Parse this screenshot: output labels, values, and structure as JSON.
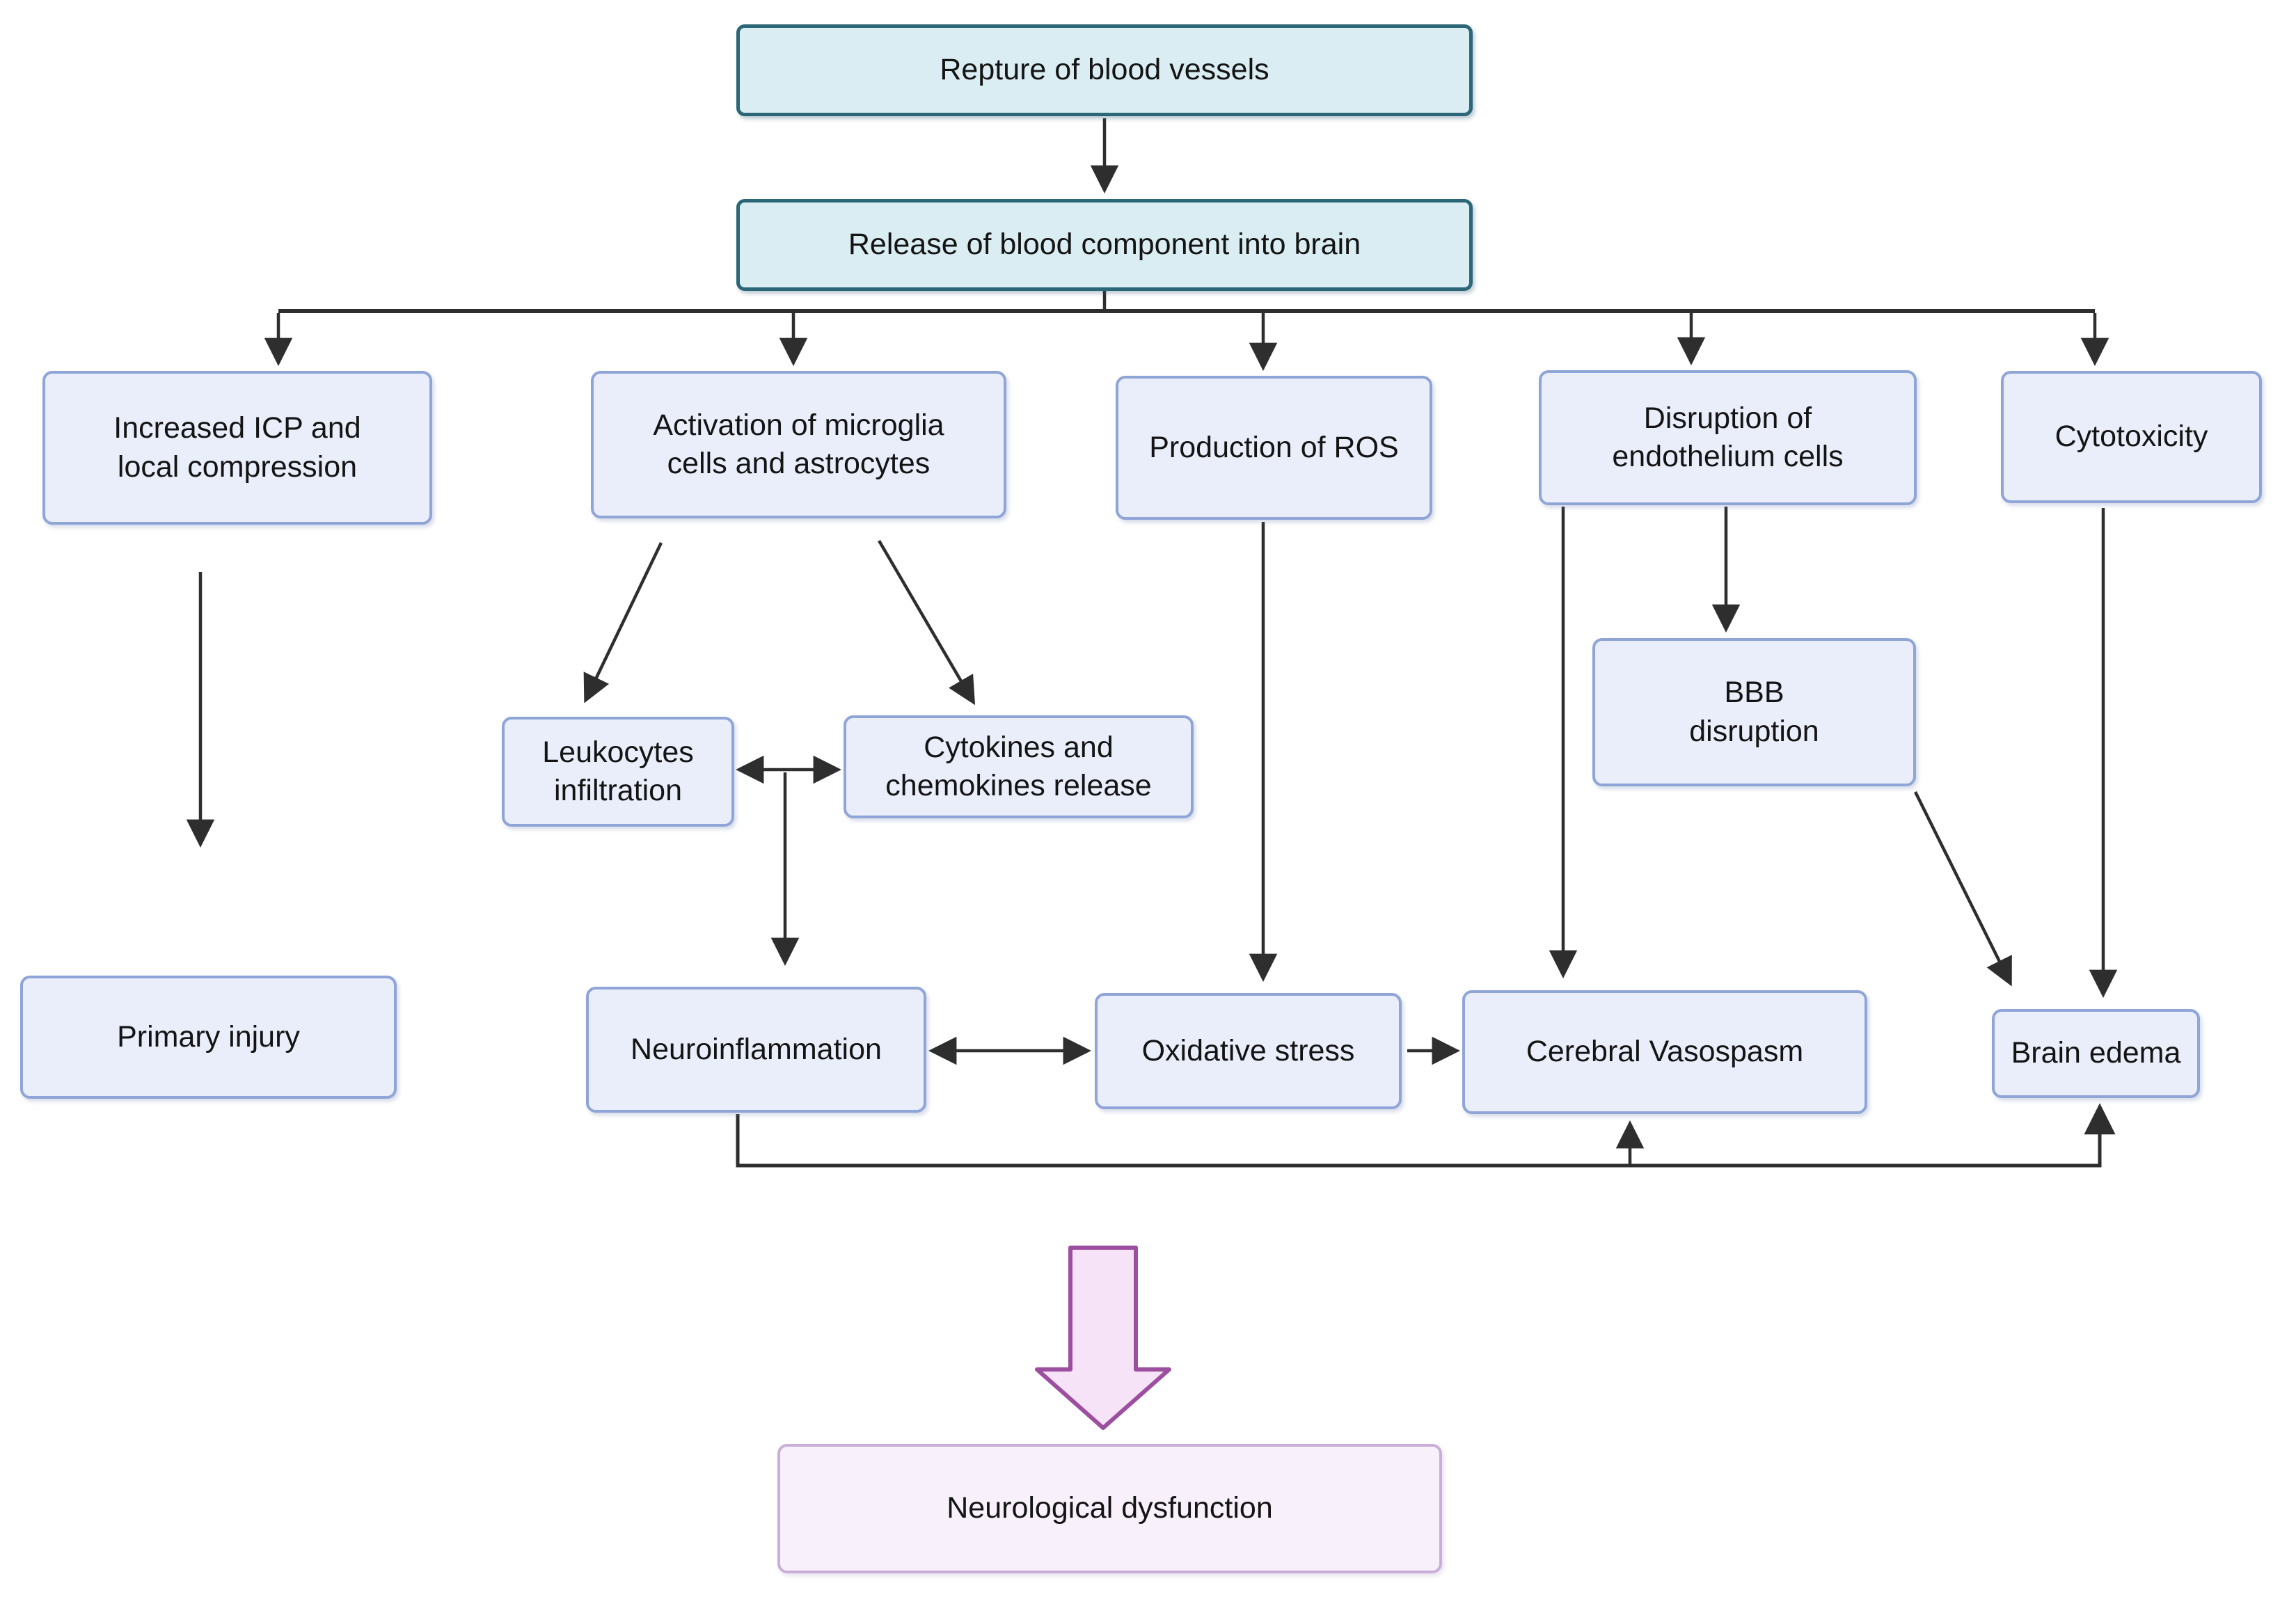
{
  "figure": {
    "type": "flowchart",
    "description": "Pathophysiology cascade from rupture of blood vessels to neurological dysfunction"
  },
  "nodes": {
    "rupture": {
      "label": "Repture of blood vessels",
      "style": "teal"
    },
    "release": {
      "label": "Release of blood component into brain",
      "style": "teal"
    },
    "increased_icp": {
      "label": "Increased ICP and\nlocal compression",
      "style": "blue"
    },
    "activation": {
      "label": "Activation of microglia\ncells and astrocytes",
      "style": "blue"
    },
    "ros": {
      "label": "Production of ROS",
      "style": "blue"
    },
    "endothelium": {
      "label": "Disruption of\nendothelium cells",
      "style": "blue"
    },
    "cytotoxicity": {
      "label": "Cytotoxicity",
      "style": "blue"
    },
    "leukocytes": {
      "label": "Leukocytes\ninfiltration",
      "style": "blue"
    },
    "cytokines": {
      "label": "Cytokines and\nchemokines release",
      "style": "blue"
    },
    "bbb": {
      "label": "BBB\ndisruption",
      "style": "blue"
    },
    "primary_injury": {
      "label": "Primary injury",
      "style": "blue"
    },
    "neuroinflammation": {
      "label": "Neuroinflammation",
      "style": "blue"
    },
    "oxidative_stress": {
      "label": "Oxidative stress",
      "style": "blue"
    },
    "vasospasm": {
      "label": "Cerebral Vasospasm",
      "style": "blue"
    },
    "brain_edema": {
      "label": "Brain edema",
      "style": "blue"
    },
    "dysfunction": {
      "label": "Neurological dysfunction",
      "style": "lavender"
    }
  },
  "edges": [
    {
      "from": "rupture",
      "to": "release",
      "type": "arrow"
    },
    {
      "from": "release",
      "to": "increased_icp",
      "type": "arrow"
    },
    {
      "from": "release",
      "to": "activation",
      "type": "arrow"
    },
    {
      "from": "release",
      "to": "ros",
      "type": "arrow"
    },
    {
      "from": "release",
      "to": "endothelium",
      "type": "arrow"
    },
    {
      "from": "release",
      "to": "cytotoxicity",
      "type": "arrow"
    },
    {
      "from": "increased_icp",
      "to": "primary_injury",
      "type": "arrow"
    },
    {
      "from": "activation",
      "to": "leukocytes",
      "type": "arrow"
    },
    {
      "from": "activation",
      "to": "cytokines",
      "type": "arrow"
    },
    {
      "from": "leukocytes",
      "to": "cytokines",
      "type": "double-arrow"
    },
    {
      "from": "leukocytes/cytokines junction",
      "to": "neuroinflammation",
      "type": "arrow"
    },
    {
      "from": "ros",
      "to": "oxidative_stress",
      "type": "arrow"
    },
    {
      "from": "endothelium",
      "to": "vasospasm",
      "type": "arrow"
    },
    {
      "from": "endothelium",
      "to": "bbb",
      "type": "arrow"
    },
    {
      "from": "bbb",
      "to": "brain_edema",
      "type": "arrow"
    },
    {
      "from": "cytotoxicity",
      "to": "brain_edema",
      "type": "arrow"
    },
    {
      "from": "neuroinflammation",
      "to": "oxidative_stress",
      "type": "double-arrow"
    },
    {
      "from": "oxidative_stress",
      "to": "vasospasm",
      "type": "arrow"
    },
    {
      "from": "neuroinflammation",
      "to": "vasospasm",
      "type": "arrow-elbow"
    },
    {
      "from": "neuroinflammation",
      "to": "brain_edema",
      "type": "arrow-elbow"
    },
    {
      "from": "cascade",
      "to": "dysfunction",
      "type": "block-arrow"
    }
  ],
  "colors": {
    "background": "#ffffff",
    "teal_fill": "#d9edf2",
    "teal_border": "#2b6777",
    "blue_fill": "#e9eefa",
    "blue_border": "#90a5d7",
    "lavender_fill": "#f8f0fb",
    "lavender_border": "#c9aed9",
    "block_arrow_fill": "#f6e3f7",
    "block_arrow_border": "#9d4f9f",
    "connector_line": "#2e2e2e",
    "text": "#141414"
  }
}
